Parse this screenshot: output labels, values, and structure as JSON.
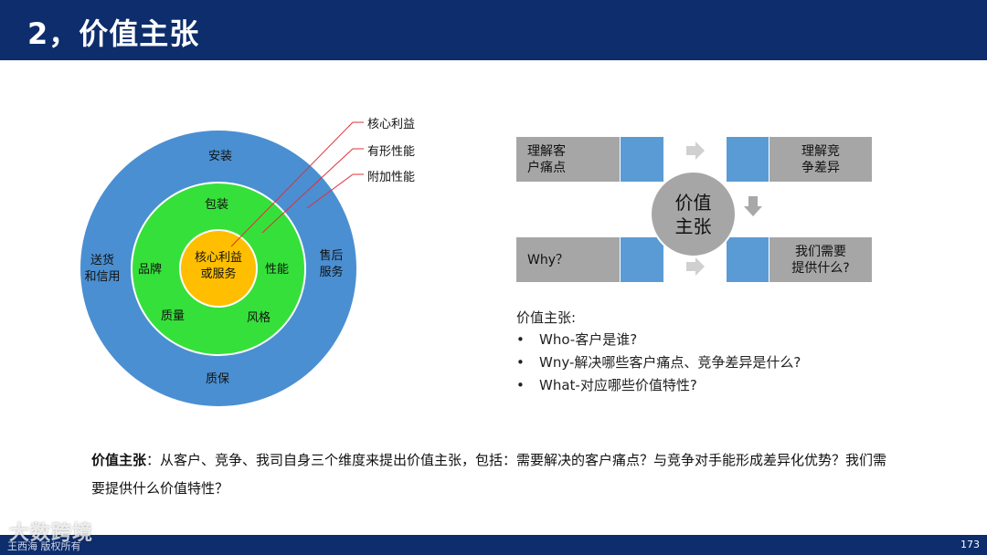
{
  "header": {
    "title": "2，价值主张"
  },
  "onion": {
    "outer": {
      "top": "安装",
      "left": "送货\n和信用",
      "right": "售后\n服务",
      "bottom": "质保"
    },
    "middle": {
      "top": "包装",
      "left": "品牌",
      "right": "性能",
      "bottom_left": "质量",
      "bottom_right": "风格"
    },
    "core": "核心利益\n或服务",
    "callouts": [
      "核心利益",
      "有形性能",
      "附加性能"
    ],
    "colors": {
      "outer": "#4a8fd2",
      "middle": "#36e03a",
      "core": "#ffbe00",
      "callout_line": "#e0303a"
    }
  },
  "flow": {
    "top_left": "理解客\n户痛点",
    "top_right": "理解竞\n争差异",
    "bottom_left": "Why？",
    "bottom_right": "我们需要\n提供什么?",
    "center": "价值\n主张"
  },
  "value_prop": {
    "title": "价值主张:",
    "bullets": [
      "Who-客户是谁?",
      "Wny-解决哪些客户痛点、竞争差异是什么?",
      "What-对应哪些价值特性?"
    ]
  },
  "summary": {
    "bold": "价值主张",
    "text": "：从客户、竞争、我司自身三个维度来提出价值主张，包括：需要解决的客户痛点？与竞争对手能形成差异化优势？我们需要提供什么价值特性？"
  },
  "footer": {
    "watermark": "大数跨境",
    "author": "王西海 版权所有",
    "page": "173"
  }
}
